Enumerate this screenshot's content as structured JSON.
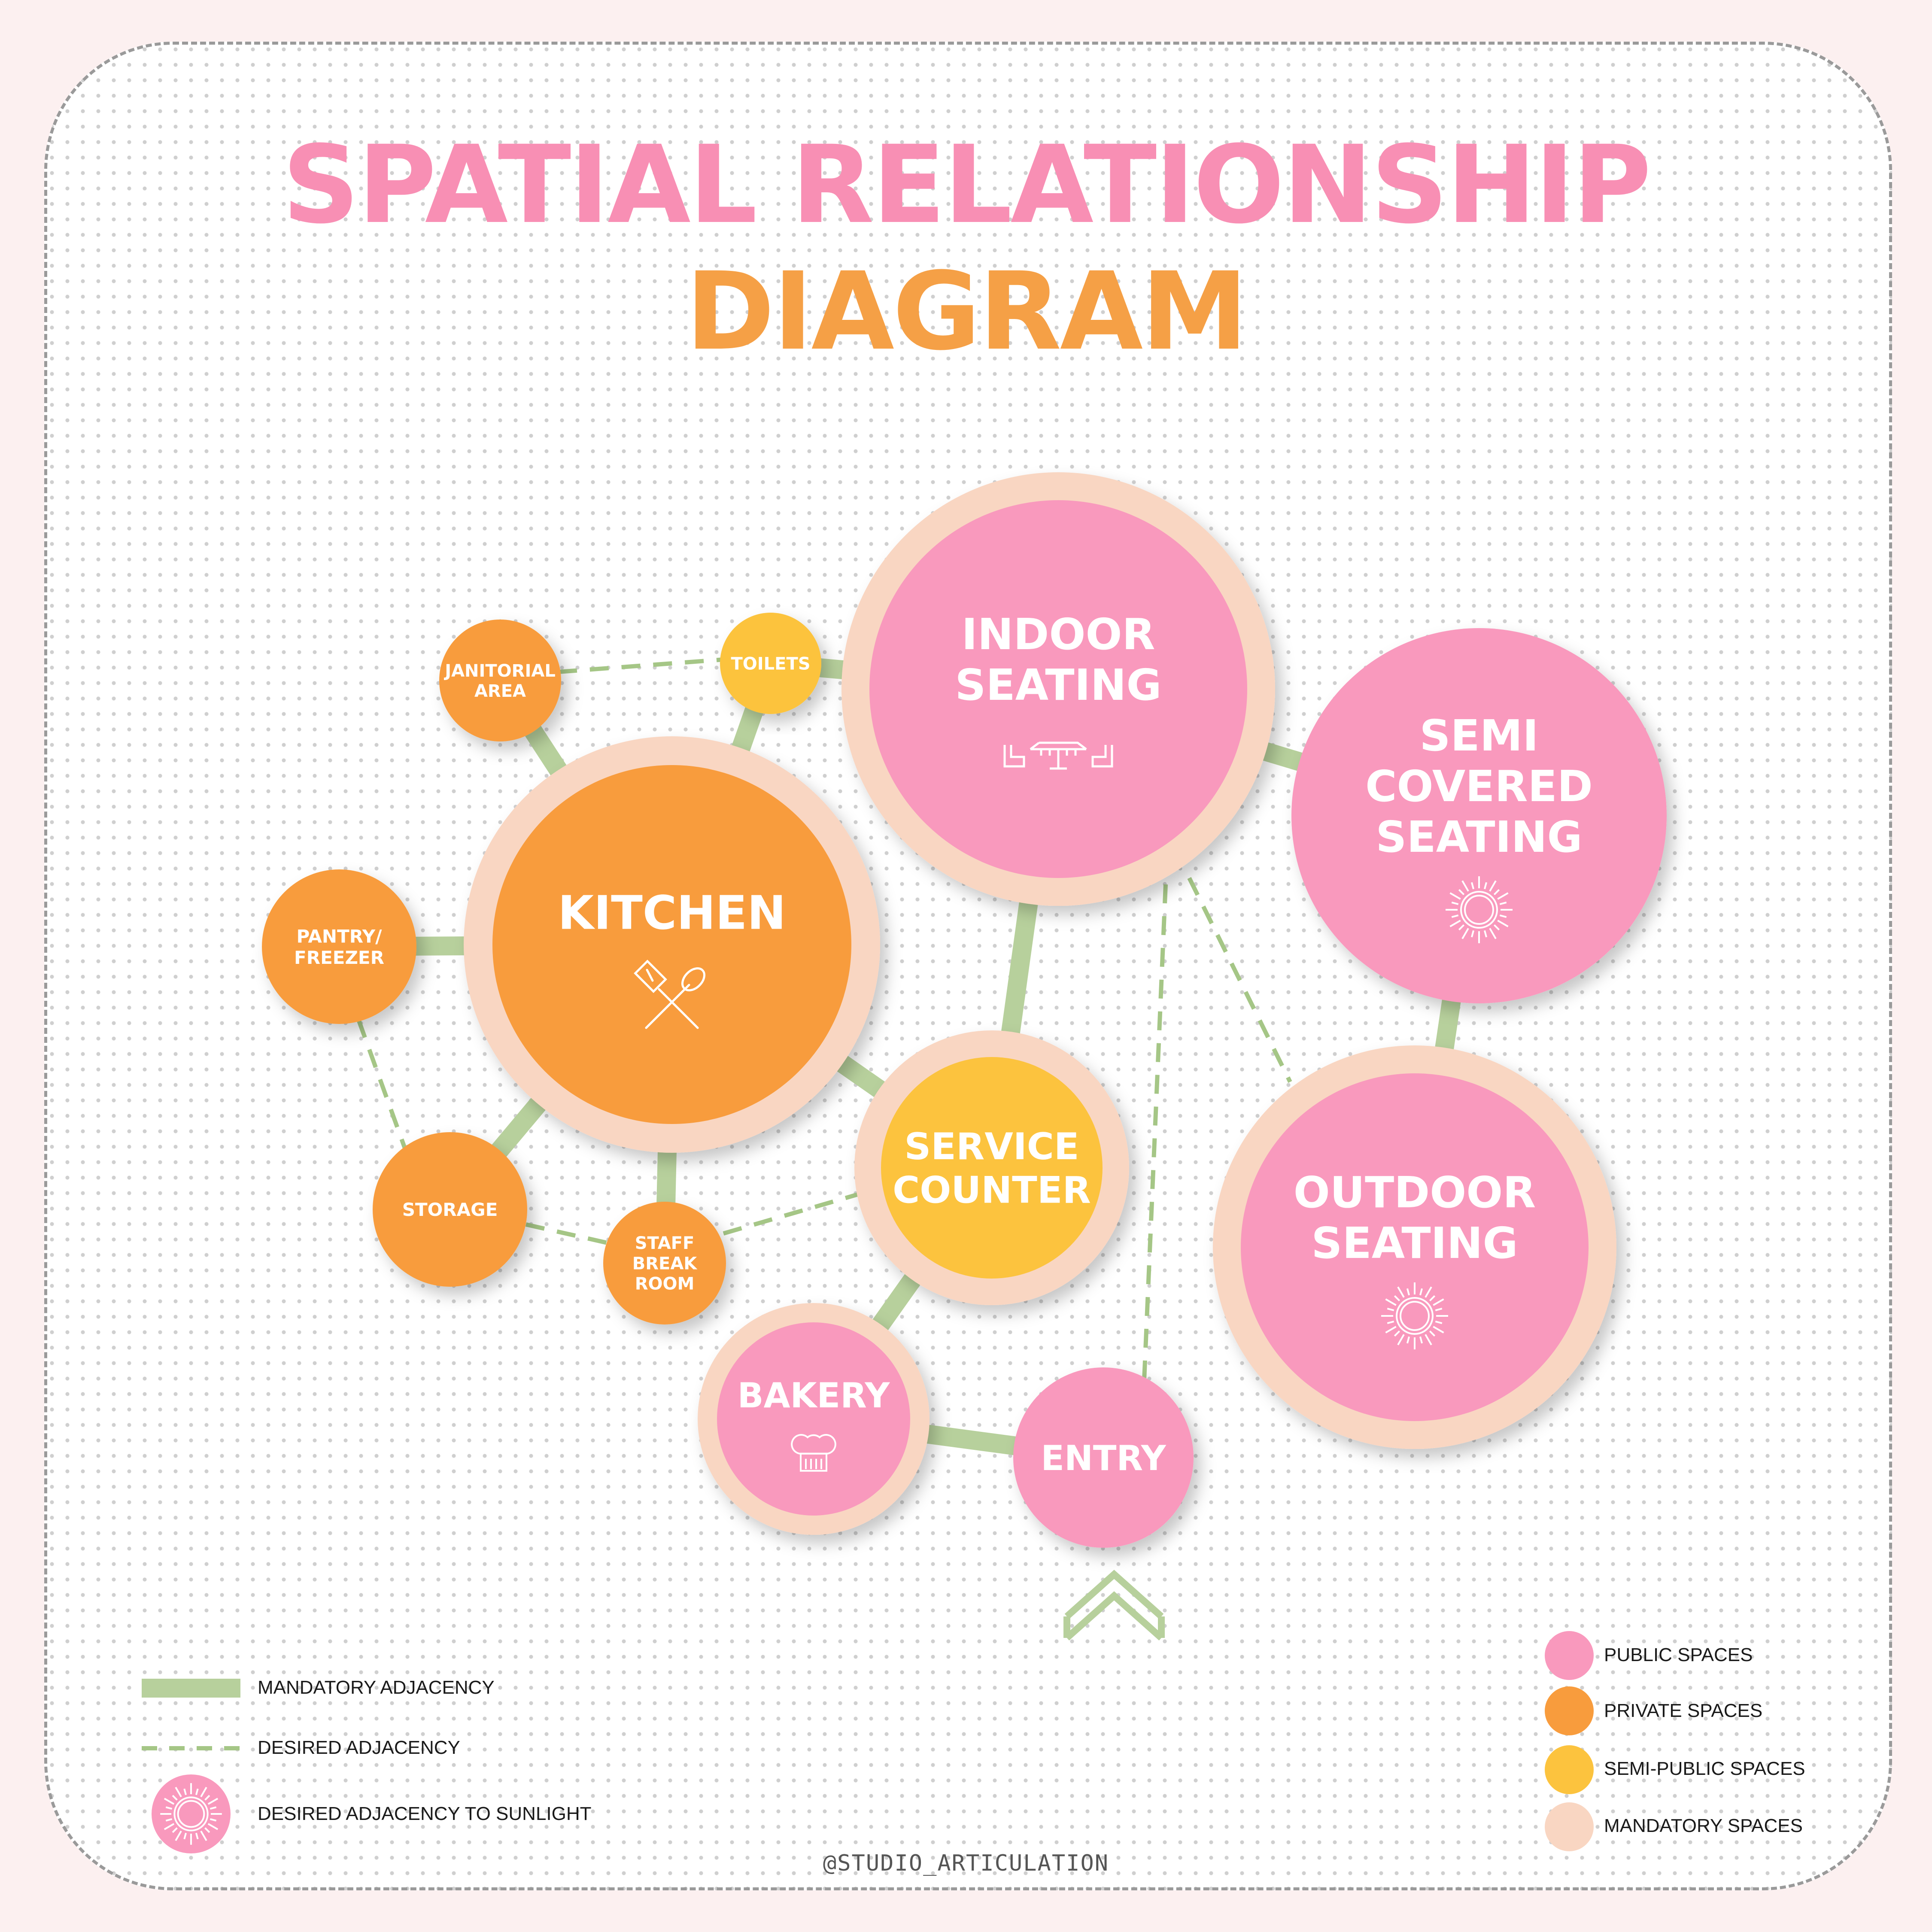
{
  "title": {
    "line1": "SPATIAL RELATIONSHIP",
    "line2": "DIAGRAM"
  },
  "colors": {
    "public": "#f999bd",
    "private": "#f89c3d",
    "semi_public": "#fcc33e",
    "mandatory": "#f9d6c2",
    "mandatory_line": "#b7d09c",
    "desired_line": "#a5c686",
    "title_pink": "#f88fb4",
    "title_orange": "#f5a046"
  },
  "nodes": [
    {
      "id": "kitchen",
      "lines": [
        "KITCHEN"
      ],
      "category": "private",
      "mandatory": true,
      "icon": "utensils-icon"
    },
    {
      "id": "indoor",
      "lines": [
        "INDOOR",
        "SEATING"
      ],
      "category": "public",
      "mandatory": true,
      "icon": "dining-table-icon"
    },
    {
      "id": "semi",
      "lines": [
        "SEMI",
        "COVERED",
        "SEATING"
      ],
      "category": "public",
      "mandatory": false,
      "icon": "sun-icon"
    },
    {
      "id": "outdoor",
      "lines": [
        "OUTDOOR",
        "SEATING"
      ],
      "category": "public",
      "mandatory": true,
      "icon": "sun-icon"
    },
    {
      "id": "service",
      "lines": [
        "SERVICE",
        "COUNTER"
      ],
      "category": "semi_public",
      "mandatory": true,
      "icon": ""
    },
    {
      "id": "bakery",
      "lines": [
        "BAKERY"
      ],
      "category": "public",
      "mandatory": true,
      "icon": "chef-hat-icon"
    },
    {
      "id": "entry",
      "lines": [
        "ENTRY"
      ],
      "category": "public",
      "mandatory": false,
      "icon": ""
    },
    {
      "id": "janitorial",
      "lines": [
        "JANITORIAL",
        "AREA"
      ],
      "category": "private",
      "mandatory": false,
      "icon": ""
    },
    {
      "id": "toilets",
      "lines": [
        "TOILETS"
      ],
      "category": "semi_public",
      "mandatory": false,
      "icon": ""
    },
    {
      "id": "pantry",
      "lines": [
        "PANTRY/",
        "FREEZER"
      ],
      "category": "private",
      "mandatory": false,
      "icon": ""
    },
    {
      "id": "storage",
      "lines": [
        "STORAGE"
      ],
      "category": "private",
      "mandatory": false,
      "icon": ""
    },
    {
      "id": "staff",
      "lines": [
        "STAFF",
        "BREAK",
        "ROOM"
      ],
      "category": "private",
      "mandatory": false,
      "icon": ""
    }
  ],
  "links": {
    "mandatory": [
      [
        "kitchen",
        "janitorial"
      ],
      [
        "kitchen",
        "toilets"
      ],
      [
        "kitchen",
        "pantry"
      ],
      [
        "kitchen",
        "storage"
      ],
      [
        "kitchen",
        "staff"
      ],
      [
        "kitchen",
        "service"
      ],
      [
        "toilets",
        "indoor"
      ],
      [
        "indoor",
        "service"
      ],
      [
        "indoor",
        "semi"
      ],
      [
        "semi",
        "outdoor"
      ],
      [
        "service",
        "bakery"
      ],
      [
        "bakery",
        "entry"
      ]
    ],
    "desired": [
      [
        "janitorial",
        "toilets"
      ],
      [
        "pantry",
        "storage"
      ],
      [
        "storage",
        "staff"
      ],
      [
        "staff",
        "service"
      ],
      [
        "indoor",
        "entry"
      ],
      [
        "indoor",
        "outdoor"
      ]
    ]
  },
  "entry_arrow_icon": "entry-chevron-icon",
  "legend_lines": [
    {
      "label": "MANDATORY ADJACENCY",
      "style": "solid"
    },
    {
      "label": "DESIRED ADJACENCY",
      "style": "dashed"
    },
    {
      "label": "DESIRED ADJACENCY TO SUNLIGHT",
      "style": "sun"
    }
  ],
  "legend_colors": [
    {
      "label": "PUBLIC SPACES",
      "category": "public"
    },
    {
      "label": "PRIVATE SPACES",
      "category": "private"
    },
    {
      "label": "SEMI-PUBLIC SPACES",
      "category": "semi_public"
    },
    {
      "label": "MANDATORY SPACES",
      "category": "mandatory"
    }
  ],
  "credit": "@STUDIO_ARTICULATION"
}
